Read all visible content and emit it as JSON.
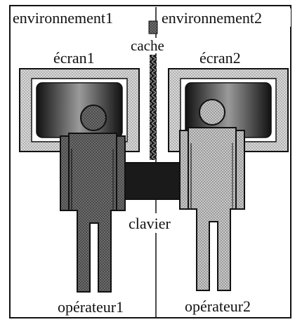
{
  "labels": {
    "environment_left": "environnement1",
    "environment_right": "environnement2",
    "screen_left": "écran1",
    "screen_right": "écran2",
    "curtain": "cache",
    "keyboard": "clavier",
    "operator_left": "opérateur1",
    "operator_right": "opérateur2"
  },
  "colors": {
    "frame": "#111111",
    "monitor_dark": "#2a2a2a",
    "operator_left": "#6f6f6f",
    "operator_right": "#bdbdbd",
    "keyboard": "#1a1a1a"
  }
}
